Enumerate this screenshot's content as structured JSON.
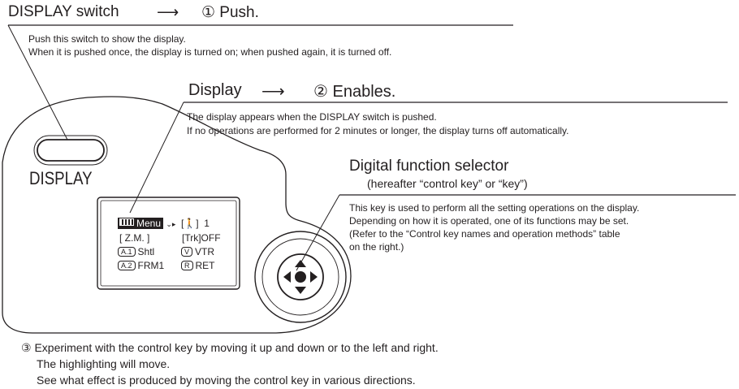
{
  "step1": {
    "title": "DISPLAY switch",
    "arrow": "⟶",
    "action": "① Push.",
    "desc_line1": "Push this switch to show the display.",
    "desc_line2": "When it is pushed once, the display is turned on; when  pushed again, it is turned off."
  },
  "step2": {
    "title": "Display",
    "arrow": "⟶",
    "action": "② Enables.",
    "desc_line1": "The display appears when the DISPLAY switch is pushed.",
    "desc_line2": "If no operations are performed for 2 minutes or longer, the display turns off automatically."
  },
  "selector": {
    "title": "Digital function selector",
    "subtitle": "(hereafter “control key” or “key”)",
    "desc_line1": "This key is used to perform all the setting operations on the display.",
    "desc_line2": "Depending on how it is operated, one of its functions may be set.",
    "desc_line3": "(Refer to the “Control key names and operation methods” table",
    "desc_line4": "on the right.)"
  },
  "device": {
    "switch_label": "DISPLAY"
  },
  "lcd": {
    "menu": "Menu",
    "walker": "[🚶]",
    "walker_value": "1",
    "zm": "[ Z.M. ]",
    "trk": "[Trk]OFF",
    "a1_tag": "A.1",
    "a1_label": "Shtl",
    "v_tag": "V",
    "v_label": "VTR",
    "a2_tag": "A.2",
    "a2_label": "FRM1",
    "r_tag": "R",
    "r_label": "RET"
  },
  "step3": {
    "line1": "③ Experiment with the control key by moving it up and down or to the left and right.",
    "line2": "The highlighting will move.",
    "line3": "See what effect is produced by moving the control key in various directions."
  }
}
